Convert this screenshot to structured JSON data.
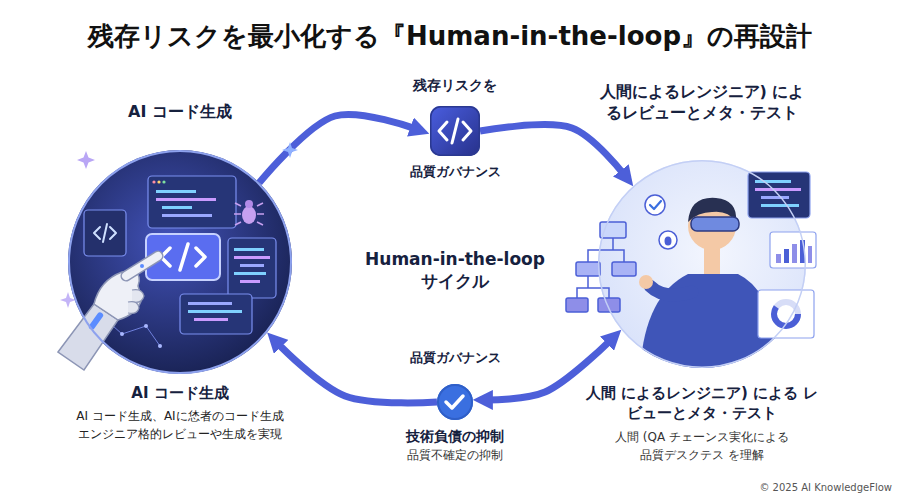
{
  "diagram": {
    "title": "残存リスクを最小化する『Human-in-the-loop』の再設計",
    "nodes": [
      {
        "text": [
          "AI コード生成"
        ]
      },
      {
        "text": [
          "残存リスクを",
          "品質ガバナンス"
        ]
      },
      {
        "text": [
          "人間によるレンジニア) によ るレビューとメタ・テスト"
        ]
      },
      {
        "text": [
          "品質ガバナンス",
          "技術負債の抑制",
          "品質不確定の抑制"
        ]
      }
    ],
    "edges": [
      {
        "from": 0,
        "to": 1,
        "arrow": "to"
      },
      {
        "from": 1,
        "to": 2,
        "arrow": "to"
      },
      {
        "from": 2,
        "to": 3,
        "arrow": "both"
      },
      {
        "from": 3,
        "to": 0,
        "arrow": "to"
      }
    ],
    "labels": [
      "Human-in-the-loop サイクル",
      "AI コード生成",
      "AI コード生成、AIに恷者のコード生成 エンジニア格的レビューや生成を実現",
      "人間 によるレンジニア) による レビューとメタ・テスト",
      "人間 (QA チェーンス実化による 品質デスクテス を理解",
      "© 2025 AI KnowledgeFlow"
    ]
  }
}
